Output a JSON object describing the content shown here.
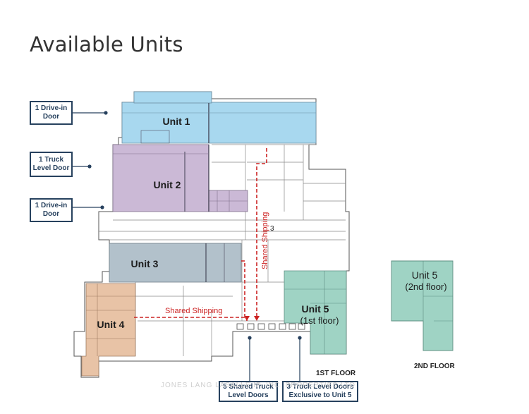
{
  "title": "Available Units",
  "units": {
    "unit1": "Unit 1",
    "unit2": "Unit 2",
    "unit3": "Unit 3",
    "unit4": "Unit 4",
    "unit5_first_name": "Unit 5",
    "unit5_first_floor": "(1st floor)",
    "unit5_second_name": "Unit 5",
    "unit5_second_floor": "(2nd floor)"
  },
  "shipping": {
    "vertical": "Shared Shipping",
    "horizontal": "Shared Shipping",
    "marker": "3"
  },
  "callouts": {
    "drive_in_1": "1 Drive-in\nDoor",
    "truck_level": "1 Truck\nLevel Door",
    "drive_in_2": "1 Drive-in\nDoor",
    "shared_truck": "5 Shared Truck\nLevel Doors",
    "truck_unit5": "3 Truck Level Doors\nExclusive to Unit 5"
  },
  "floors": {
    "first": "1ST FLOOR",
    "second": "2ND FLOOR"
  },
  "watermark": "JONES LANG LASALLE IP, INC. PROPERTIES LTD",
  "colors": {
    "unit1": "#a8d8ef",
    "unit2": "#cbb9d6",
    "unit3": "#b2c1cb",
    "unit4": "#e8c3a6",
    "unit5": "#9fd3c4",
    "shipping": "#cc2222",
    "callout": "#27415e"
  }
}
